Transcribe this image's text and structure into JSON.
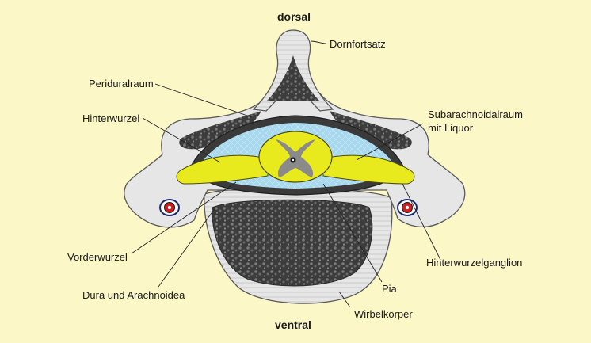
{
  "orientation": {
    "top": "dorsal",
    "bottom": "ventral"
  },
  "labels": {
    "dornfortsatz": "Dornfortsatz",
    "periduralraum": "Periduralraum",
    "hinterwurzel": "Hinterwurzel",
    "subarachnoidalraum_line1": "Subarachnoidalraum",
    "subarachnoidalraum_line2": "mit Liquor",
    "vorderwurzel": "Vorderwurzel",
    "dura_und_arachnoidea": "Dura und Arachnoidea",
    "pia": "Pia",
    "wirbelkoerper": "Wirbelkörper",
    "hinterwurzelganglion": "Hinterwurzelganglion"
  },
  "colors": {
    "background": "#fbf7c6",
    "bone": "#e4e4e4",
    "spongy_bone": "#3c3c3c",
    "csf": "#a8d8ee",
    "spinal_cord": "#e8ea1e",
    "grey_matter": "#8a8a8a",
    "dura": "#2a2a2a",
    "artery": "#cc1f1f"
  }
}
